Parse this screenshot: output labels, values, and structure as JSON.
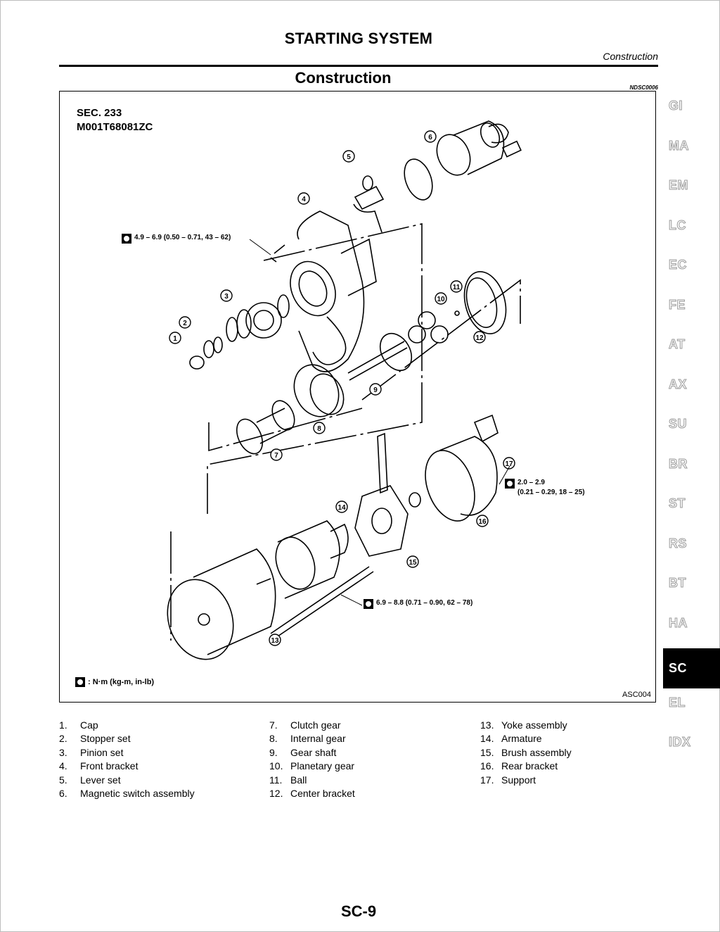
{
  "header": {
    "title": "STARTING SYSTEM",
    "subtitle": "Construction"
  },
  "section": {
    "title": "Construction",
    "id": "NDSC0006"
  },
  "figure": {
    "sec": "SEC. 233",
    "part_number": "M001T68081ZC",
    "code": "ASC004",
    "legend": ": N·m (kg-m, in-lb)",
    "torques": [
      "4.9 – 6.9 (0.50 – 0.71, 43 – 62)",
      "2.0 – 2.9",
      "(0.21 – 0.29, 18 – 25)",
      "6.9 – 8.8 (0.71 – 0.90, 62 – 78)"
    ],
    "callouts": [
      "1",
      "2",
      "3",
      "4",
      "5",
      "6",
      "7",
      "8",
      "9",
      "10",
      "11",
      "12",
      "13",
      "14",
      "15",
      "16",
      "17"
    ]
  },
  "tabs": [
    "GI",
    "MA",
    "EM",
    "LC",
    "EC",
    "FE",
    "AT",
    "AX",
    "SU",
    "BR",
    "ST",
    "RS",
    "BT",
    "HA",
    "SC",
    "EL",
    "IDX"
  ],
  "active_tab": "SC",
  "parts": {
    "col1": [
      {
        "num": "1.",
        "name": "Cap"
      },
      {
        "num": "2.",
        "name": "Stopper set"
      },
      {
        "num": "3.",
        "name": "Pinion set"
      },
      {
        "num": "4.",
        "name": "Front bracket"
      },
      {
        "num": "5.",
        "name": "Lever set"
      },
      {
        "num": "6.",
        "name": "Magnetic switch assembly"
      }
    ],
    "col2": [
      {
        "num": "7.",
        "name": "Clutch gear"
      },
      {
        "num": "8.",
        "name": "Internal gear"
      },
      {
        "num": "9.",
        "name": "Gear shaft"
      },
      {
        "num": "10.",
        "name": "Planetary gear"
      },
      {
        "num": "11.",
        "name": "Ball"
      },
      {
        "num": "12.",
        "name": "Center bracket"
      }
    ],
    "col3": [
      {
        "num": "13.",
        "name": "Yoke assembly"
      },
      {
        "num": "14.",
        "name": "Armature"
      },
      {
        "num": "15.",
        "name": "Brush assembly"
      },
      {
        "num": "16.",
        "name": "Rear bracket"
      },
      {
        "num": "17.",
        "name": "Support"
      }
    ]
  },
  "page_number": "SC-9"
}
